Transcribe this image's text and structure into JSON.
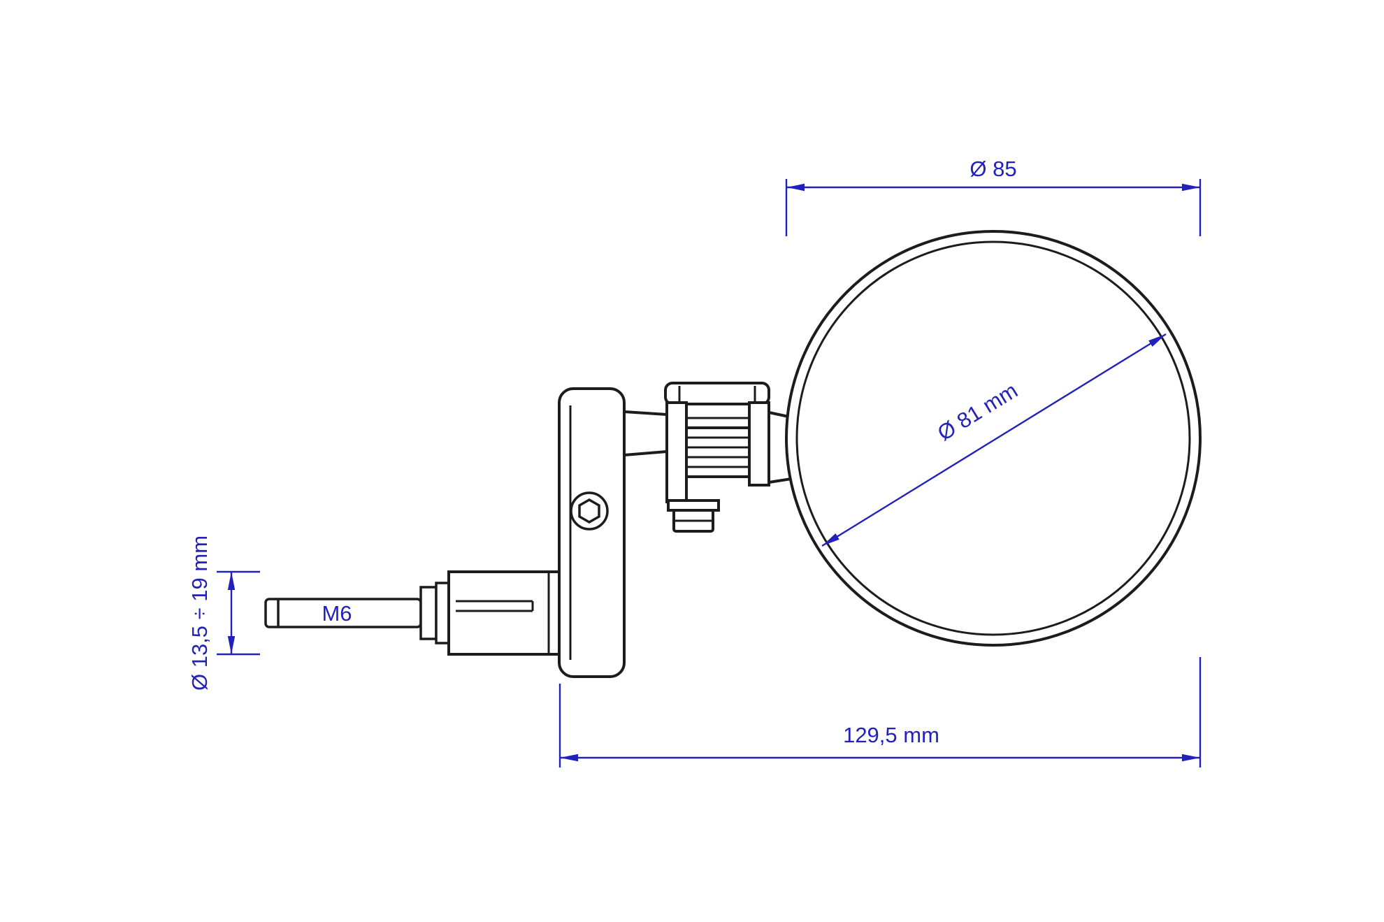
{
  "drawing": {
    "type": "technical-drawing",
    "subject": "bar-end mirror side view with dimensions",
    "colors": {
      "line": "#1c1c1c",
      "dimension": "#2222bb",
      "background": "#ffffff"
    },
    "dimensions": {
      "mirror_outer_diameter": "Ø 85",
      "mirror_glass_diameter": "Ø 81 mm",
      "clamp_diameter_range": "Ø 13,5 ÷ 19 mm",
      "overall_length": "129,5 mm",
      "thread": "M6"
    }
  }
}
